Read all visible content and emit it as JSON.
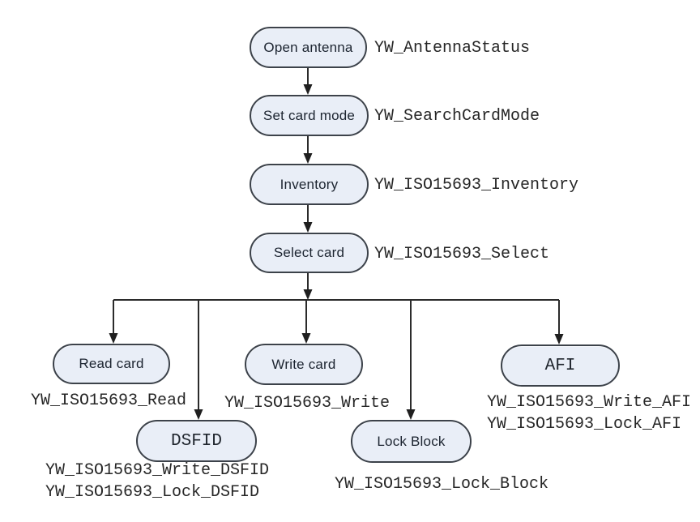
{
  "diagram": {
    "type": "flowchart",
    "colors": {
      "background": "#ffffff",
      "node_fill": "#e9eef7",
      "node_border": "#3c424a",
      "node_text": "#1c2430",
      "api_text": "#262626",
      "connector": "#262626"
    },
    "nodes": {
      "open_antenna": {
        "label": "Open antenna",
        "api": "YW_AntennaStatus"
      },
      "set_card_mode": {
        "label": "Set card mode",
        "api": "YW_SearchCardMode"
      },
      "inventory": {
        "label": "Inventory",
        "api": "YW_ISO15693_Inventory"
      },
      "select_card": {
        "label": "Select card",
        "api": "YW_ISO15693_Select"
      },
      "read_card": {
        "label": "Read card",
        "api": "YW_ISO15693_Read"
      },
      "write_card": {
        "label": "Write card",
        "api": "YW_ISO15693_Write"
      },
      "afi": {
        "label": "AFI",
        "api_line1": "YW_ISO15693_Write_AFI",
        "api_line2": "YW_ISO15693_Lock_AFI"
      },
      "dsfid": {
        "label": "DSFID",
        "api_line1": "YW_ISO15693_Write_DSFID",
        "api_line2": "YW_ISO15693_Lock_DSFID"
      },
      "lock_block": {
        "label": "Lock Block",
        "api": "YW_ISO15693_Lock_Block"
      }
    }
  }
}
